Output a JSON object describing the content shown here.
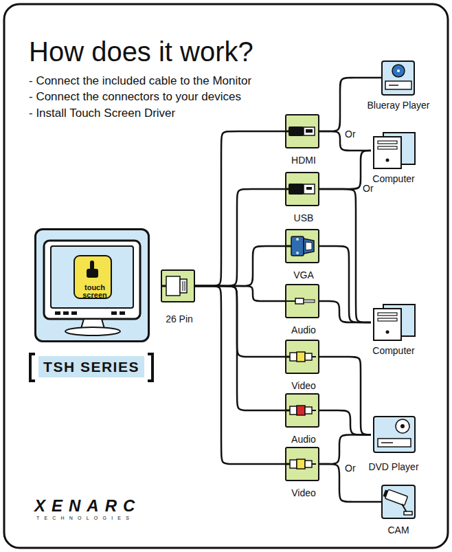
{
  "diagram": {
    "title": "How does it work?",
    "nodes": [
      {
        "text": [
          "touch screen"
        ]
      },
      {
        "text": [
          "TSH SERIES"
        ]
      },
      {
        "text": [
          "26 Pin"
        ]
      },
      {
        "text": [
          "HDMI"
        ]
      },
      {
        "text": [
          "USB"
        ]
      },
      {
        "text": [
          "VGA"
        ]
      },
      {
        "text": [
          "Audio"
        ]
      },
      {
        "text": [
          "Video"
        ]
      },
      {
        "text": [
          "Audio"
        ]
      },
      {
        "text": [
          "Video"
        ]
      },
      {
        "text": [
          "Blueray Player"
        ]
      },
      {
        "text": [
          "Computer"
        ]
      },
      {
        "text": [
          "Computer"
        ]
      },
      {
        "text": [
          "DVD Player"
        ]
      },
      {
        "text": [
          "CAM"
        ]
      }
    ],
    "edges": [
      {
        "from": 2,
        "to": 3,
        "arrow": "none"
      },
      {
        "from": 2,
        "to": 4,
        "arrow": "none"
      },
      {
        "from": 2,
        "to": 5,
        "arrow": "none"
      },
      {
        "from": 2,
        "to": 6,
        "arrow": "none"
      },
      {
        "from": 2,
        "to": 7,
        "arrow": "none"
      },
      {
        "from": 2,
        "to": 8,
        "arrow": "none"
      },
      {
        "from": 2,
        "to": 9,
        "arrow": "none"
      },
      {
        "from": 3,
        "to": 10,
        "arrow": "none"
      },
      {
        "from": 3,
        "to": 11,
        "arrow": "none"
      },
      {
        "from": 4,
        "to": 11,
        "arrow": "none"
      },
      {
        "from": 4,
        "to": 12,
        "arrow": "none"
      },
      {
        "from": 5,
        "to": 12,
        "arrow": "none"
      },
      {
        "from": 6,
        "to": 12,
        "arrow": "none"
      },
      {
        "from": 7,
        "to": 13,
        "arrow": "none"
      },
      {
        "from": 8,
        "to": 13,
        "arrow": "none"
      },
      {
        "from": 9,
        "to": 13,
        "arrow": "none"
      },
      {
        "from": 9,
        "to": 14,
        "arrow": "none"
      }
    ],
    "labels": [
      "- Connect the included cable to the Monitor",
      "- Connect the connectors to your devices",
      "- Install Touch Screen Driver",
      "Or",
      "Or",
      "Or",
      "XENARC",
      "TECHNOLOGIES"
    ]
  }
}
